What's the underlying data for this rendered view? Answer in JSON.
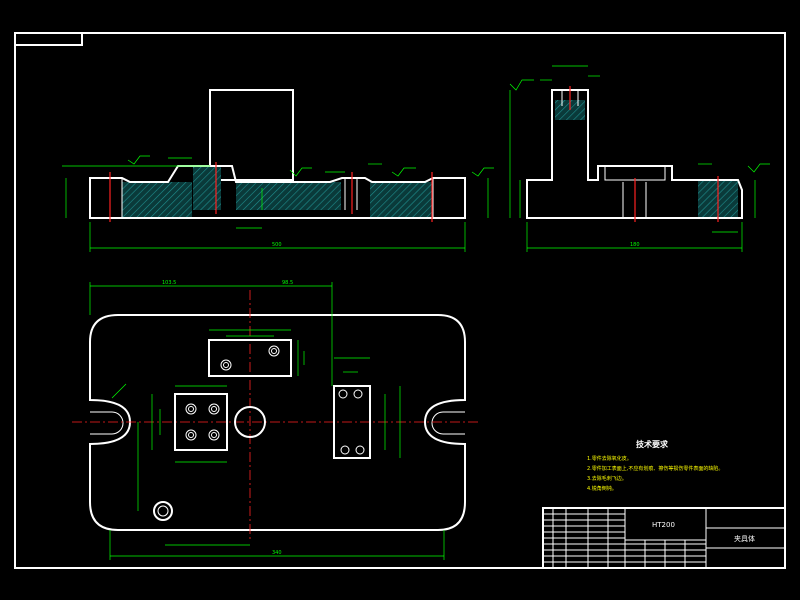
{
  "notes": {
    "title": "技术要求",
    "lines": [
      "1.零件去除氧化皮。",
      "2.零件加工表面上,不应有划痕、擦伤等损伤零件表面的缺陷。",
      "3.去除毛刺飞边。",
      "4.锐角倒钝。"
    ]
  },
  "title_block": {
    "material": "HT200",
    "part_name": "夹具体"
  },
  "dimensions": {
    "front_length": "500",
    "side_length": "180",
    "plan_length": "340",
    "plan_offset_1": "103.5",
    "plan_offset_2": "98.5"
  },
  "colors": {
    "background": "#000000",
    "outline": "#ffffff",
    "dimension": "#00ff00",
    "centerline": "#ff2222",
    "text": "#ffff00"
  }
}
